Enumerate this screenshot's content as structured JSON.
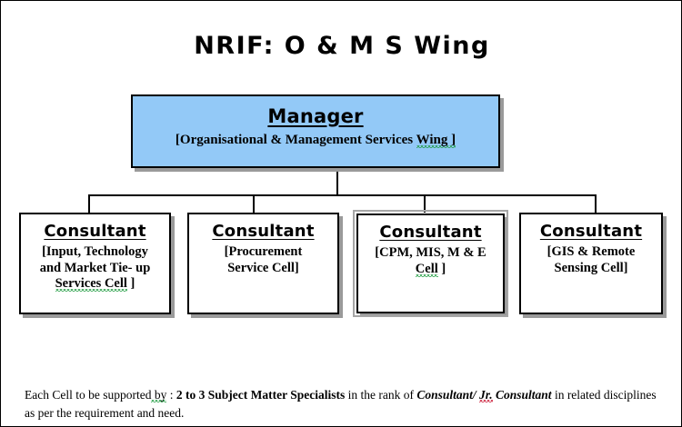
{
  "title": "NRIF: O & M S Wing",
  "colors": {
    "manager_fill": "#93c9f7",
    "box_border": "#000000",
    "box_shadow": "#9a9a9a",
    "page_background": "#ffffff",
    "spellcheck_green": "#1a9a3c",
    "spellcheck_red": "#c8102e",
    "text": "#000000"
  },
  "manager": {
    "role": "Manager",
    "cell": "[Organisational & Management Services Wing ]",
    "cell_plain": "[Organisational & Management Services ",
    "cell_squiggle": "Wing ]"
  },
  "consultants": [
    {
      "role": "Consultant",
      "cell": "[Input, Technology and Market Tie- up Services Cell ]",
      "line1": "[Input, Technology",
      "line2": "and Market Tie- up",
      "line3_squiggle": "Services Cell",
      "line3_tail": " ]",
      "selected": false
    },
    {
      "role": "Consultant",
      "cell": "[Procurement Service Cell]",
      "line1": "[Procurement",
      "line2": "Service Cell]",
      "line3_squiggle": "",
      "line3_tail": "",
      "selected": false
    },
    {
      "role": "Consultant",
      "cell": "[CPM, MIS, M & E Cell ]",
      "line1": "[CPM, MIS, M & E",
      "line2": "",
      "line3_squiggle": "Cell",
      "line3_tail": " ]",
      "selected": true
    },
    {
      "role": "Consultant",
      "cell": "[GIS & Remote Sensing Cell]",
      "line1": "[GIS & Remote",
      "line2": "Sensing Cell]",
      "line3_squiggle": "",
      "line3_tail": "",
      "selected": false
    }
  ],
  "footnote": {
    "part1": "Each Cell to be supported by",
    "part1_squiggle": " by",
    "part1_lead": "Each Cell to be supported",
    "part2": " : ",
    "bold1": "2 to 3 Subject Matter Specialists",
    "part3": " in the rank of ",
    "italic1": "Consultant/ ",
    "italic_squiggle": "Jr.",
    "italic2": " Consultant",
    "part4": " in related disciplines as per the requirement and need.",
    "full_text": "Each Cell to be supported by : 2 to 3 Subject Matter Specialists in the rank of Consultant/ Jr. Consultant in related disciplines as per the requirement and need."
  }
}
